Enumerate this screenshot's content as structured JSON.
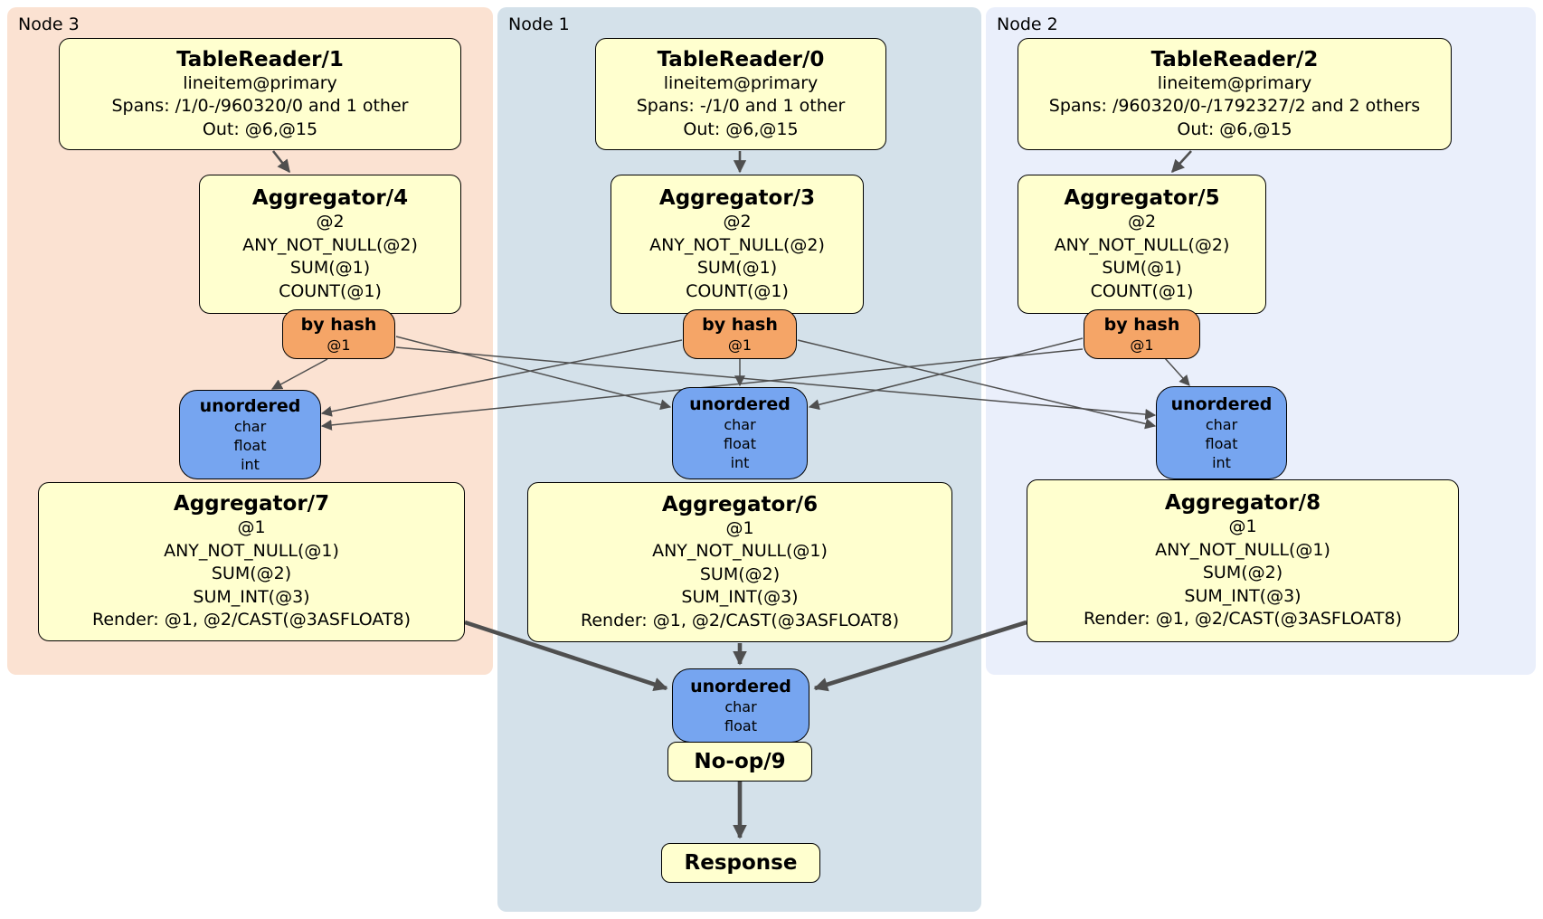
{
  "colors": {
    "node3-bg": "#fbe2d2",
    "node1-bg": "#d4e1ea",
    "node2-bg": "#eaeffb",
    "box-yellow": "#ffffcf",
    "box-orange": "#f5a567",
    "box-blue": "#76a5f0",
    "edge-color": "#4f4f4f"
  },
  "regions": {
    "node3": {
      "label": "Node 3"
    },
    "node1": {
      "label": "Node 1"
    },
    "node2": {
      "label": "Node 2"
    }
  },
  "nodes": {
    "tr1": {
      "title": "TableReader/1",
      "lines": [
        "lineitem@primary",
        "Spans: /1/0-/960320/0 and 1 other",
        "Out: @6,@15"
      ]
    },
    "tr0": {
      "title": "TableReader/0",
      "lines": [
        "lineitem@primary",
        "Spans: -/1/0 and 1 other",
        "Out: @6,@15"
      ]
    },
    "tr2": {
      "title": "TableReader/2",
      "lines": [
        "lineitem@primary",
        "Spans: /960320/0-/1792327/2 and 2 others",
        "Out: @6,@15"
      ]
    },
    "agg4": {
      "title": "Aggregator/4",
      "lines": [
        "@2",
        "ANY_NOT_NULL(@2)",
        "SUM(@1)",
        "COUNT(@1)"
      ]
    },
    "agg3": {
      "title": "Aggregator/3",
      "lines": [
        "@2",
        "ANY_NOT_NULL(@2)",
        "SUM(@1)",
        "COUNT(@1)"
      ]
    },
    "agg5": {
      "title": "Aggregator/5",
      "lines": [
        "@2",
        "ANY_NOT_NULL(@2)",
        "SUM(@1)",
        "COUNT(@1)"
      ]
    },
    "hash3": {
      "title": "by hash",
      "lines": [
        "@1"
      ]
    },
    "hash1": {
      "title": "by hash",
      "lines": [
        "@1"
      ]
    },
    "hash2": {
      "title": "by hash",
      "lines": [
        "@1"
      ]
    },
    "sync3": {
      "title": "unordered",
      "lines": [
        "char",
        "float",
        "int"
      ]
    },
    "sync1": {
      "title": "unordered",
      "lines": [
        "char",
        "float",
        "int"
      ]
    },
    "sync2": {
      "title": "unordered",
      "lines": [
        "char",
        "float",
        "int"
      ]
    },
    "agg7": {
      "title": "Aggregator/7",
      "lines": [
        "@1",
        "ANY_NOT_NULL(@1)",
        "SUM(@2)",
        "SUM_INT(@3)",
        "Render: @1, @2/CAST(@3ASFLOAT8)"
      ]
    },
    "agg6": {
      "title": "Aggregator/6",
      "lines": [
        "@1",
        "ANY_NOT_NULL(@1)",
        "SUM(@2)",
        "SUM_INT(@3)",
        "Render: @1, @2/CAST(@3ASFLOAT8)"
      ]
    },
    "agg8": {
      "title": "Aggregator/8",
      "lines": [
        "@1",
        "ANY_NOT_NULL(@1)",
        "SUM(@2)",
        "SUM_INT(@3)",
        "Render: @1, @2/CAST(@3ASFLOAT8)"
      ]
    },
    "syncFinal": {
      "title": "unordered",
      "lines": [
        "char",
        "float"
      ]
    },
    "noop": {
      "title": "No-op/9"
    },
    "response": {
      "title": "Response"
    }
  }
}
